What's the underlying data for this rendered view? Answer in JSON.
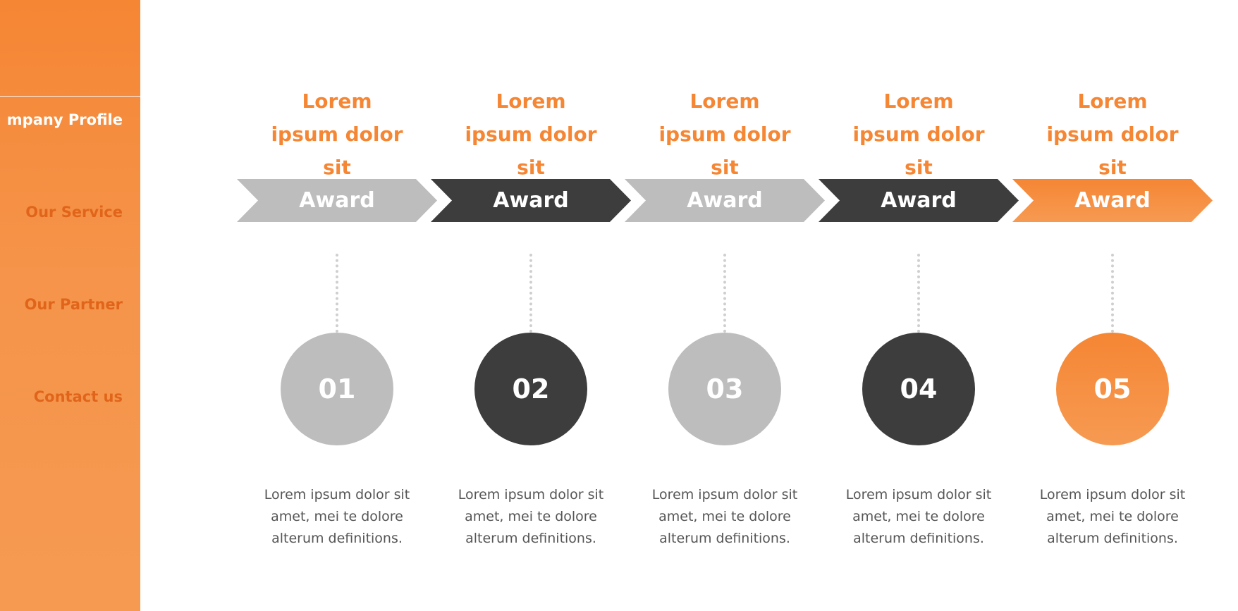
{
  "sidebar": {
    "items": [
      {
        "label": "mpany Profile",
        "active": true
      },
      {
        "label": "Our Service",
        "active": false
      },
      {
        "label": "Our Partner",
        "active": false
      },
      {
        "label": "Contact us",
        "active": false
      }
    ]
  },
  "colors": {
    "accent": "#f58634",
    "nav_text": "#e0651a",
    "light": "#bdbdbd",
    "dark": "#3d3d3d",
    "body_text": "#555555",
    "connector": "#cfcfcf"
  },
  "steps": [
    {
      "heading_lines": [
        "Lorem",
        "ipsum dolor",
        "sit"
      ],
      "chevron_label": "Award",
      "number": "01",
      "tone": "light",
      "desc_lines": [
        "Lorem ipsum dolor sit",
        "amet, mei te dolore",
        "alterum definitions."
      ]
    },
    {
      "heading_lines": [
        "Lorem",
        "ipsum dolor",
        "sit"
      ],
      "chevron_label": "Award",
      "number": "02",
      "tone": "dark",
      "desc_lines": [
        "Lorem ipsum dolor sit",
        "amet, mei te dolore",
        "alterum definitions."
      ]
    },
    {
      "heading_lines": [
        "Lorem",
        "ipsum dolor",
        "sit"
      ],
      "chevron_label": "Award",
      "number": "03",
      "tone": "light",
      "desc_lines": [
        "Lorem ipsum dolor sit",
        "amet, mei te dolore",
        "alterum definitions."
      ]
    },
    {
      "heading_lines": [
        "Lorem",
        "ipsum dolor",
        "sit"
      ],
      "chevron_label": "Award",
      "number": "04",
      "tone": "dark",
      "desc_lines": [
        "Lorem ipsum dolor sit",
        "amet, mei te dolore",
        "alterum definitions."
      ]
    },
    {
      "heading_lines": [
        "Lorem",
        "ipsum dolor",
        "sit"
      ],
      "chevron_label": "Award",
      "number": "05",
      "tone": "accent",
      "desc_lines": [
        "Lorem ipsum dolor sit",
        "amet, mei te dolore",
        "alterum definitions."
      ]
    }
  ]
}
